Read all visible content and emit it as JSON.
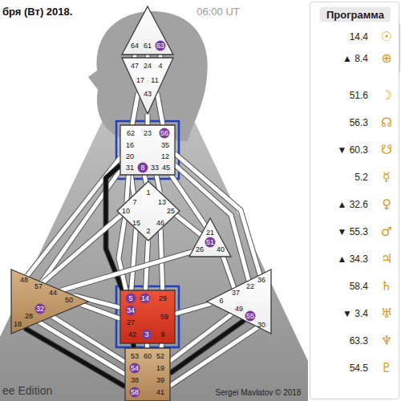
{
  "diagram": {
    "nodes": [
      {
        "text": [
          "64",
          "61",
          "63"
        ]
      },
      {
        "text": [
          "47",
          "24",
          "4",
          "17",
          "11",
          "43"
        ]
      },
      {
        "text": [
          "62",
          "23",
          "56",
          "16",
          "35",
          "20",
          "12",
          "31",
          "8",
          "33",
          "45"
        ]
      },
      {
        "text": [
          "7",
          "1",
          "13",
          "10",
          "25",
          "15",
          "2",
          "46"
        ]
      },
      {
        "text": [
          "21",
          "51",
          "26",
          "40"
        ]
      },
      {
        "text": [
          "48",
          "57",
          "44",
          "50",
          "32",
          "28",
          "18"
        ]
      },
      {
        "text": [
          "5",
          "14",
          "29",
          "34",
          "27",
          "59",
          "42",
          "3",
          "9"
        ]
      },
      {
        "text": [
          "36",
          "22",
          "37",
          "6",
          "49",
          "55",
          "30"
        ]
      },
      {
        "text": [
          "53",
          "60",
          "52",
          "54",
          "19",
          "38",
          "39",
          "58",
          "41"
        ]
      },
      {
        "text": [
          "Программа",
          "14.4",
          "☉",
          "▲ 8.4",
          "⊕",
          "51.6",
          "☽",
          "56.3",
          "☊",
          "▼ 60.3",
          "☋",
          "5.2",
          "☿",
          "▲ 32.6",
          "♀",
          "▼ 55.3",
          "♂",
          "▲ 34.3",
          "♃",
          "58.4",
          "♄",
          "▼ 3.4",
          "♅",
          "63.3",
          "♆",
          "54.5",
          "♇"
        ]
      }
    ],
    "edges": [
      {
        "from": 0,
        "to": 1,
        "arrow": "none"
      },
      {
        "from": 0,
        "to": 1,
        "arrow": "none"
      },
      {
        "from": 0,
        "to": 1,
        "arrow": "none"
      },
      {
        "from": 1,
        "to": 2,
        "arrow": "none"
      },
      {
        "from": 1,
        "to": 2,
        "arrow": "none"
      },
      {
        "from": 1,
        "to": 2,
        "arrow": "none"
      },
      {
        "from": 2,
        "to": 3,
        "arrow": "none"
      },
      {
        "from": 2,
        "to": 3,
        "arrow": "none"
      },
      {
        "from": 2,
        "to": 3,
        "arrow": "none"
      },
      {
        "from": 2,
        "to": 3,
        "arrow": "none"
      },
      {
        "from": 2,
        "to": 5,
        "arrow": "none"
      },
      {
        "from": 2,
        "to": 5,
        "arrow": "none"
      },
      {
        "from": 2,
        "to": 6,
        "arrow": "none"
      },
      {
        "from": 2,
        "to": 4,
        "arrow": "none"
      },
      {
        "from": 2,
        "to": 7,
        "arrow": "none"
      },
      {
        "from": 2,
        "to": 7,
        "arrow": "none"
      },
      {
        "from": 3,
        "to": 5,
        "arrow": "none"
      },
      {
        "from": 3,
        "to": 6,
        "arrow": "none"
      },
      {
        "from": 3,
        "to": 6,
        "arrow": "none"
      },
      {
        "from": 3,
        "to": 6,
        "arrow": "none"
      },
      {
        "from": 3,
        "to": 6,
        "arrow": "none"
      },
      {
        "from": 3,
        "to": 4,
        "arrow": "none"
      },
      {
        "from": 4,
        "to": 5,
        "arrow": "none"
      },
      {
        "from": 4,
        "to": 7,
        "arrow": "none"
      },
      {
        "from": 6,
        "to": 5,
        "arrow": "none"
      },
      {
        "from": 6,
        "to": 5,
        "arrow": "none"
      },
      {
        "from": 6,
        "to": 7,
        "arrow": "none"
      },
      {
        "from": 6,
        "to": 8,
        "arrow": "none"
      },
      {
        "from": 6,
        "to": 8,
        "arrow": "none"
      },
      {
        "from": 6,
        "to": 8,
        "arrow": "none"
      },
      {
        "from": 5,
        "to": 8,
        "arrow": "none"
      },
      {
        "from": 5,
        "to": 8,
        "arrow": "none"
      },
      {
        "from": 5,
        "to": 8,
        "arrow": "none"
      },
      {
        "from": 7,
        "to": 8,
        "arrow": "none"
      },
      {
        "from": 7,
        "to": 8,
        "arrow": "none"
      },
      {
        "from": 7,
        "to": 8,
        "arrow": "none"
      }
    ],
    "labels": [
      "бря (Вт) 2018.",
      "06:00 UT",
      "ee Edition",
      "Sergei Mavlatov © 2018"
    ]
  }
}
